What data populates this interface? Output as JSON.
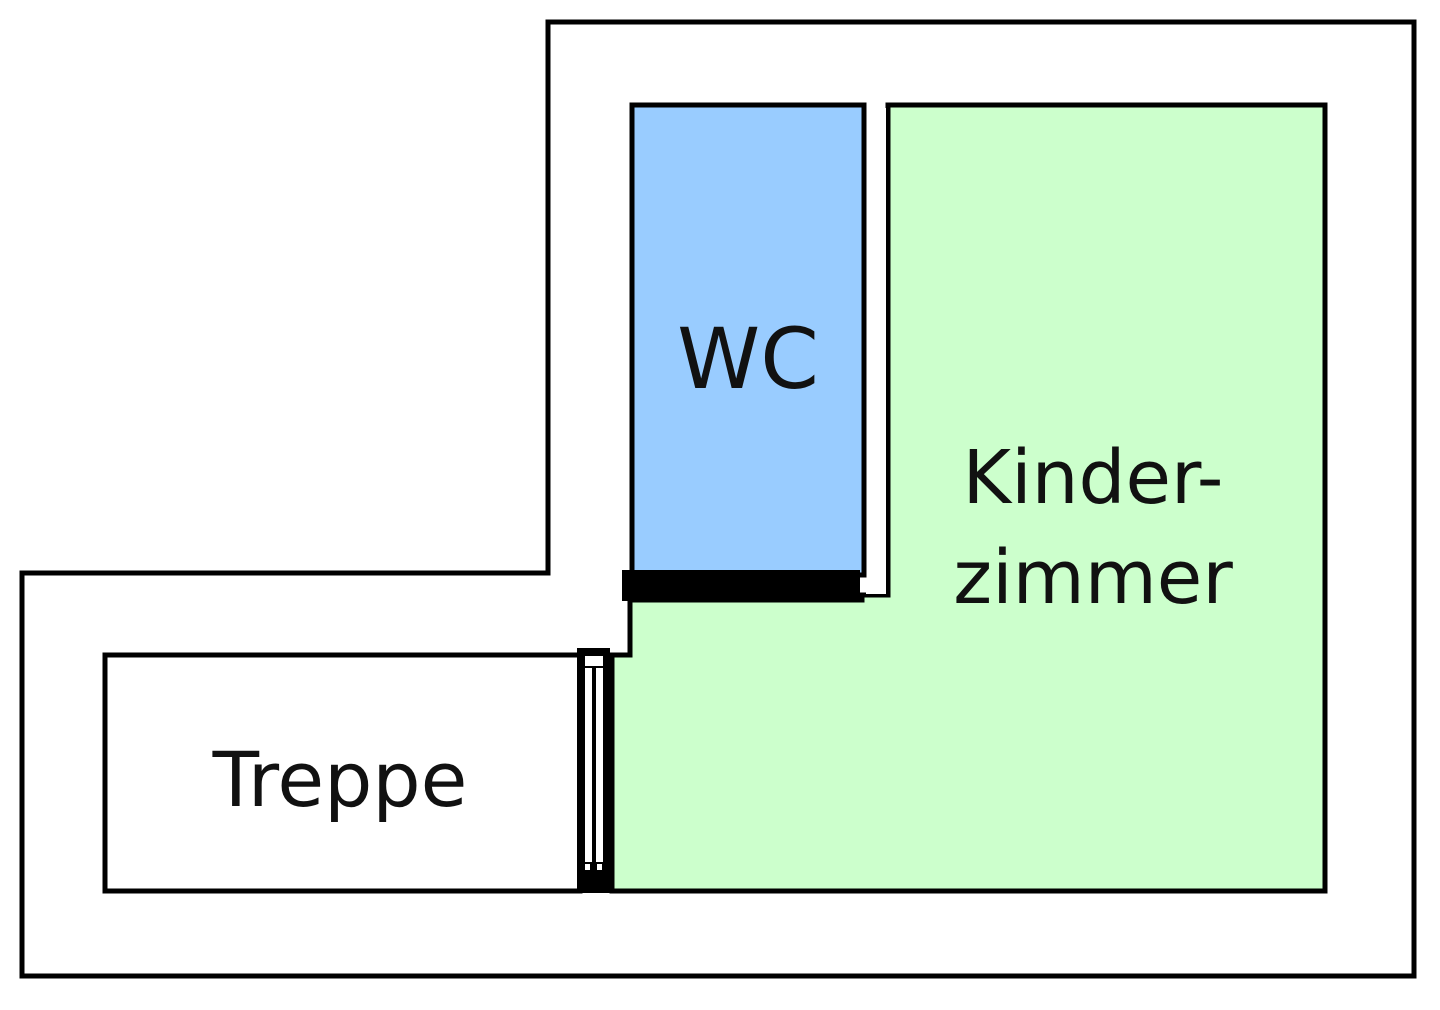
{
  "diagram": {
    "type": "floor-plan",
    "colors": {
      "background": "#ffffff",
      "wall": "#000000",
      "wc_fill": "#99ccff",
      "kinderzimmer_fill": "#ccffcc"
    },
    "rooms": {
      "wc": {
        "label": "WC"
      },
      "kinderzimmer": {
        "label_line1": "Kinder-",
        "label_line2": "zimmer"
      },
      "treppe": {
        "label": "Treppe"
      }
    }
  }
}
